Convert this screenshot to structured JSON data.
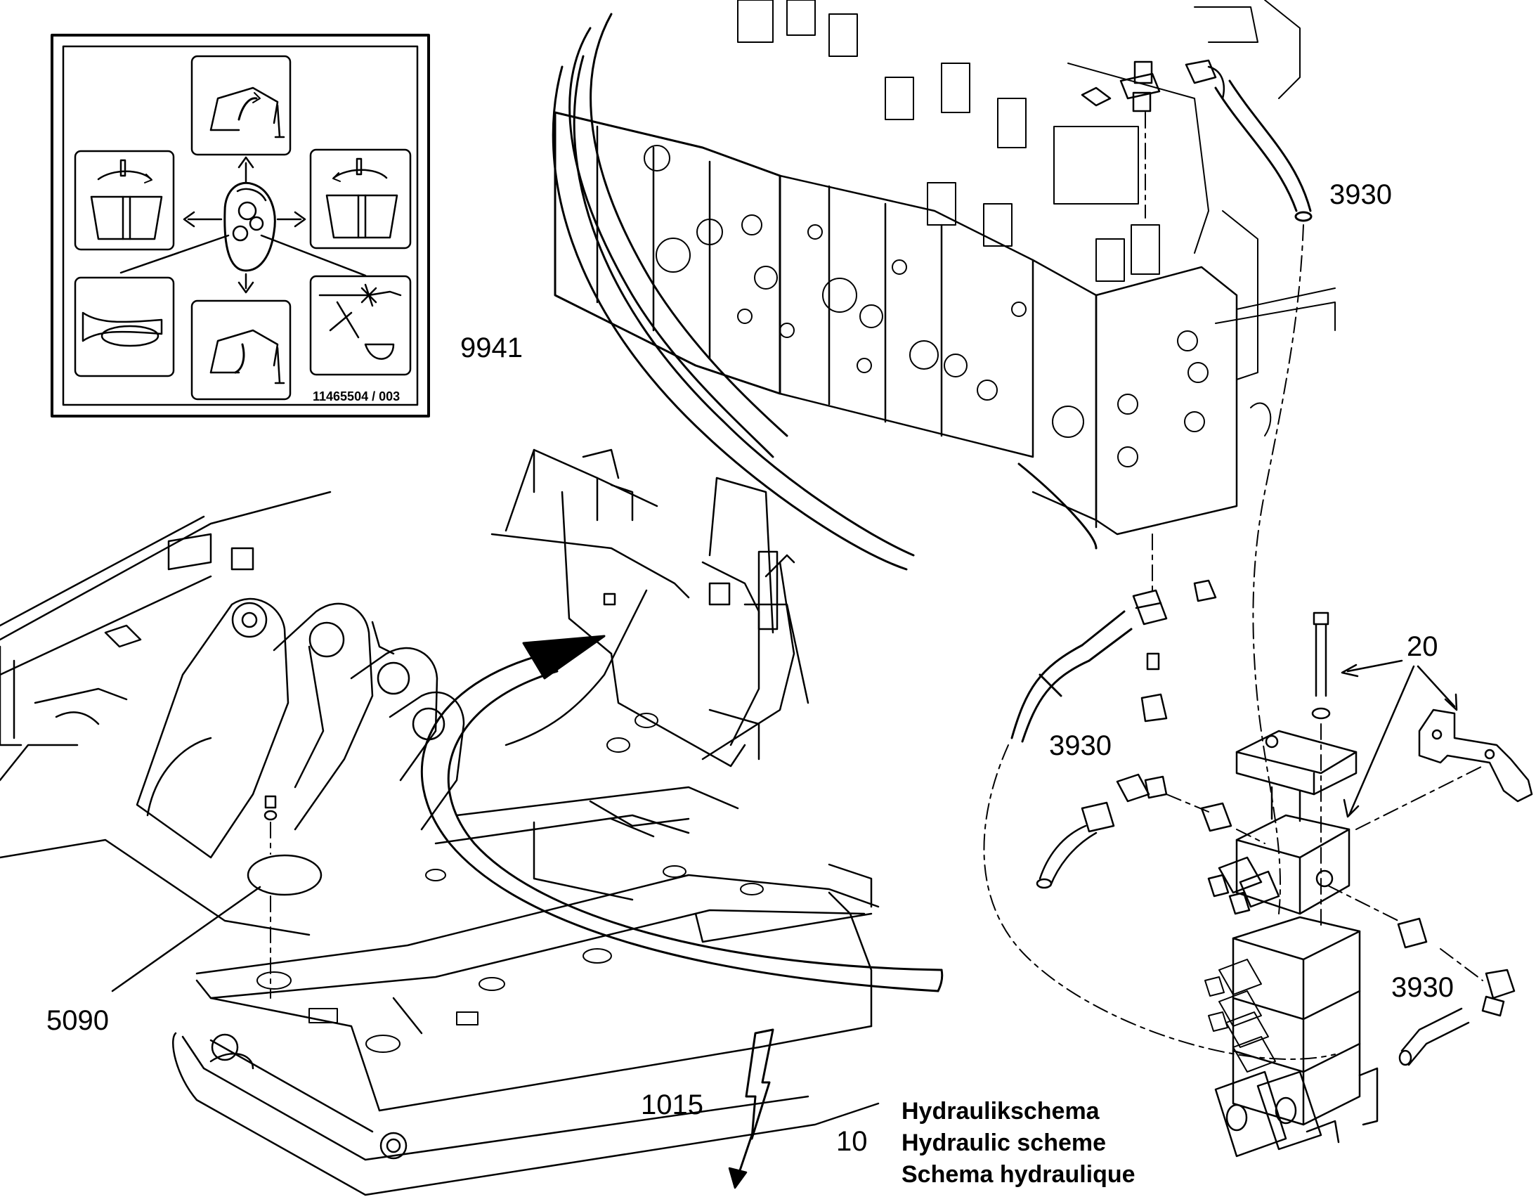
{
  "callouts": {
    "c9941": "9941",
    "c3930_top": "3930",
    "c20": "20",
    "c3930_mid": "3930",
    "c3930_right": "3930",
    "c5090": "5090",
    "c1015": "1015",
    "c10": "10"
  },
  "decal": {
    "part_code": "11465504 / 003"
  },
  "legend": {
    "de": "Hydraulikschema",
    "en": "Hydraulic scheme",
    "fr": "Schema hydraulique"
  },
  "colors": {
    "line": "#000000",
    "background": "#ffffff"
  }
}
